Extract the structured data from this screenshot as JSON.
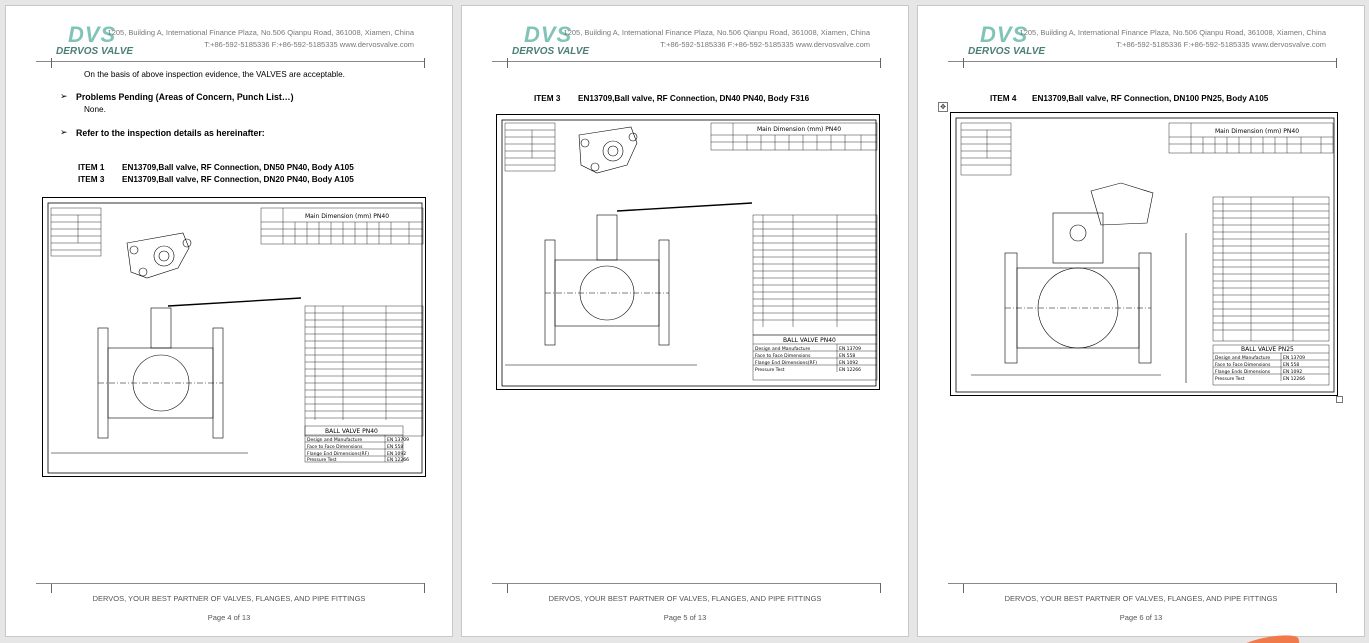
{
  "header": {
    "logo_mark": "DVS",
    "logo_text": "DERVOS VALVE",
    "address": "1205, Building A, International Finance Plaza, No.506 Qianpu Road, 361008, Xiamen, China",
    "contact": "T:+86-592-5185336   F:+86-592-5185335   www.dervosvalve.com"
  },
  "footer": {
    "slogan": "DERVOS, YOUR BEST PARTNER OF VALVES, FLANGES, AND PIPE FITTINGS"
  },
  "pages": [
    {
      "page_label": "Page 4 of 13",
      "acceptance": "On the basis of above inspection evidence, the VALVES are acceptable.",
      "problems_heading": "Problems Pending (Areas of Concern, Punch List…)",
      "problems_value": "None.",
      "refer_heading": "Refer to the inspection details as hereinafter:",
      "item1_label": "ITEM 1",
      "item1_desc": "EN13709,Ball valve, RF Connection, DN50 PN40, Body A105",
      "item3_label": "ITEM 3",
      "item3_desc": "EN13709,Ball valve, RF Connection, DN20 PN40, Body A105",
      "drawing": {
        "dim_title": "Main Dimension (mm) PN40",
        "valve_title": "BALL VALVE PN40",
        "std_rows": [
          [
            "Design and Manufacture",
            "EN 13709"
          ],
          [
            "Face to Face Dimensions",
            "EN 558"
          ],
          [
            "Flange End Dimensions(RF)",
            "EN 1092"
          ],
          [
            "Pressure Test",
            "EN 12266"
          ]
        ]
      }
    },
    {
      "page_label": "Page 5 of 13",
      "item_label": "ITEM 3",
      "item_desc": "EN13709,Ball valve, RF Connection, DN40 PN40, Body F316",
      "drawing": {
        "dim_title": "Main Dimension (mm) PN40",
        "valve_title": "BALL VALVE PN40",
        "std_rows": [
          [
            "Design and Manufacture",
            "EN 13709"
          ],
          [
            "Face to Face Dimensions",
            "EN 558"
          ],
          [
            "Flange End Dimensions(RF)",
            "EN 1092"
          ],
          [
            "Pressure Test",
            "EN 12266"
          ]
        ]
      }
    },
    {
      "page_label": "Page 6 of 13",
      "item_label": "ITEM 4",
      "item_desc": "EN13709,Ball valve, RF Connection, DN100 PN25, Body A105",
      "drawing": {
        "dim_title": "Main Dimension (mm) PN40",
        "valve_title": "BALL VALVE PN25",
        "std_rows": [
          [
            "Design and Manufacture",
            "EN 13709"
          ],
          [
            "Face to Face Dimensions",
            "EN 558"
          ],
          [
            "Flange Ends Dimensions",
            "EN 1092"
          ],
          [
            "Pressure Test",
            "EN 12266"
          ]
        ]
      }
    }
  ]
}
